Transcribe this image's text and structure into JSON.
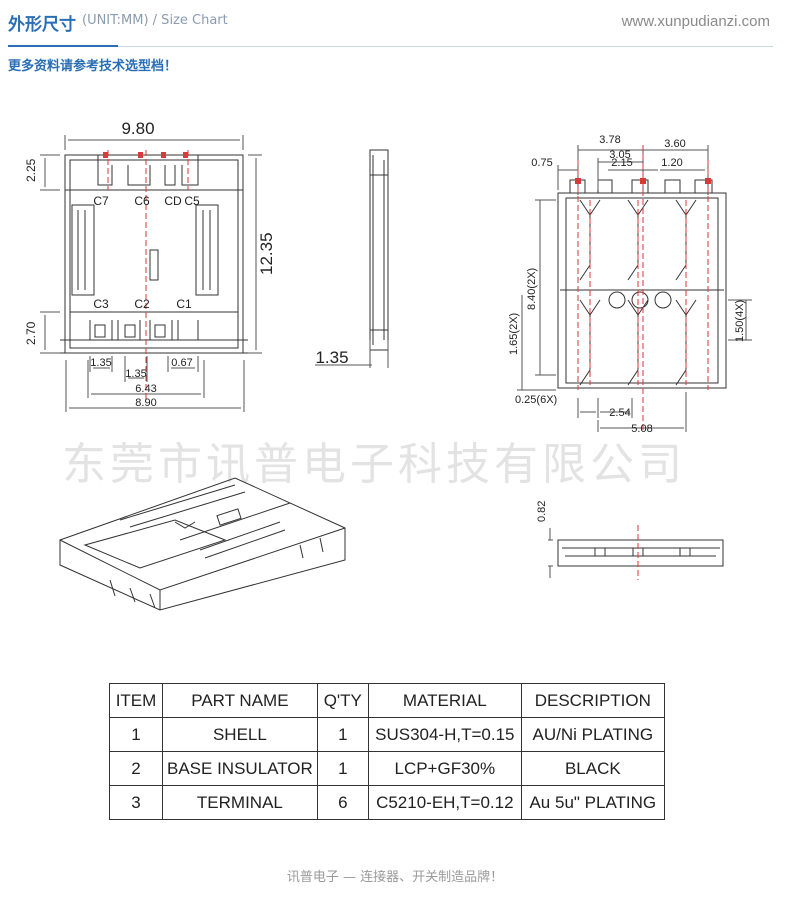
{
  "header": {
    "title": "外形尺寸",
    "subtitle": "(UNIT:MM) / Size Chart",
    "site": "www.xunpudianzi.com"
  },
  "note": "更多资料请参考技术选型档！",
  "dimensions": {
    "top_view": {
      "width": "9.80",
      "height": "12.35",
      "top_offset": "2.25",
      "bottom_offset": "2.70",
      "pitch_a": "1.35",
      "pitch_b": "1.35",
      "pad_width": "0.67",
      "span_inner": "6.43",
      "span_outer": "8.90",
      "contacts_top": [
        "C7",
        "C6",
        "CD",
        "C5"
      ],
      "contacts_bottom": [
        "C3",
        "C2",
        "C1"
      ]
    },
    "side_view": {
      "height": "1.35"
    },
    "footprint": {
      "d1": "3.78",
      "d2": "3.60",
      "d3": "3.05",
      "d4": "0.75",
      "d5": "2.15",
      "d6": "1.20",
      "d7": "8.40(2X)",
      "d8": "1.65(2X)",
      "d9": "1.50(4X)",
      "d10": "0.25(6X)",
      "d11": "2.54",
      "d12": "5.08"
    },
    "end_view": {
      "height": "0.82"
    }
  },
  "watermark": "东莞市讯普电子科技有限公司",
  "table": {
    "headers": [
      "ITEM",
      "PART NAME",
      "Q'TY",
      "MATERIAL",
      "DESCRIPTION"
    ],
    "rows": [
      [
        "1",
        "SHELL",
        "1",
        "SUS304-H,T=0.15",
        "AU/Ni PLATING"
      ],
      [
        "2",
        "BASE INSULATOR",
        "1",
        "LCP+GF30%",
        "BLACK"
      ],
      [
        "3",
        "TERMINAL",
        "6",
        "C5210-EH,T=0.12",
        "Au 5u\" PLATING"
      ]
    ]
  },
  "footer": "讯普电子 — 连接器、开关制造品牌！",
  "colors": {
    "accent": "#2a6fb5",
    "centerline": "#d63a3a"
  }
}
